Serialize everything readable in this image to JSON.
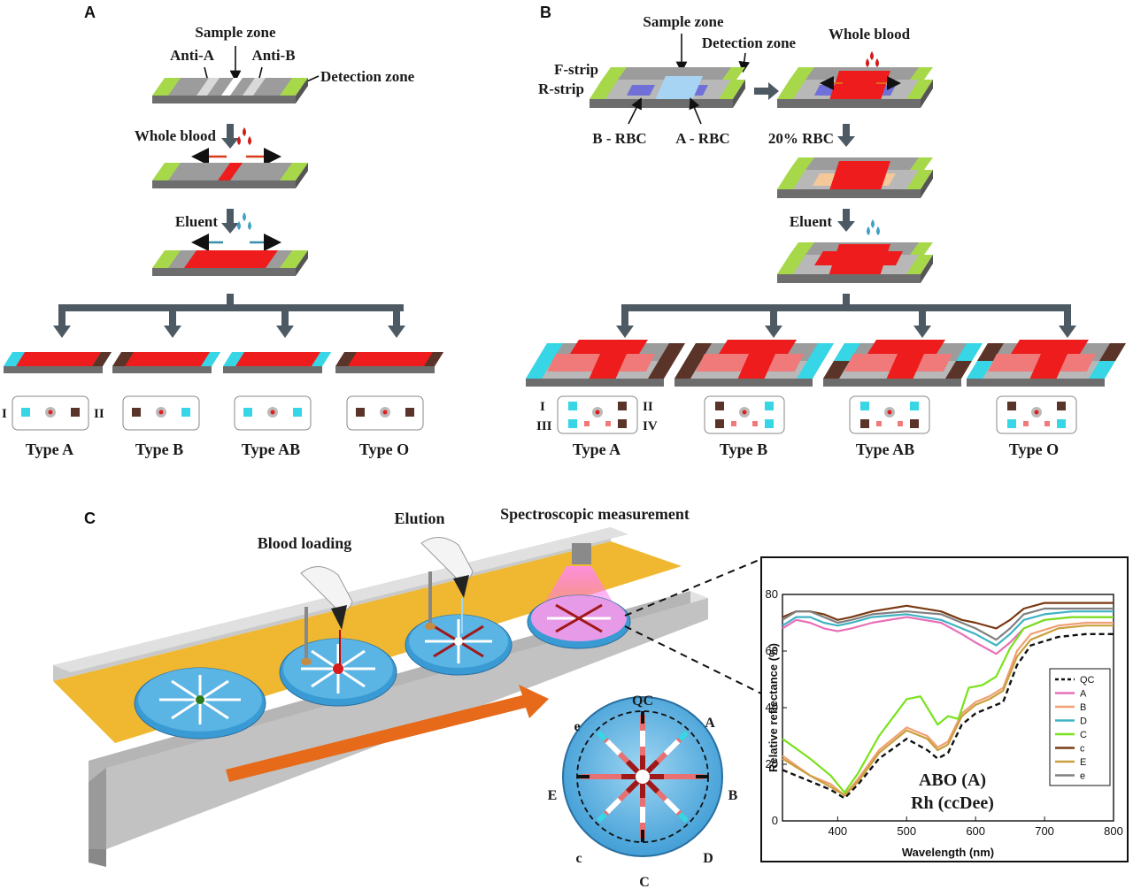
{
  "panel_a": {
    "letter": "A",
    "sample_zone": "Sample zone",
    "anti_a": "Anti-A",
    "anti_b": "Anti-B",
    "detection_zone": "Detection zone",
    "whole_blood": "Whole blood",
    "eluent": "Eluent",
    "roman_left": "I",
    "roman_right": "II",
    "types": [
      "Type A",
      "Type B",
      "Type AB",
      "Type O"
    ]
  },
  "panel_b": {
    "letter": "B",
    "sample_zone": "Sample zone",
    "detection_zone": "Detection zone",
    "whole_blood": "Whole blood",
    "f_strip": "F-strip",
    "r_strip": "R-strip",
    "b_rbc": "B - RBC",
    "a_rbc": "A - RBC",
    "rbc_20": "20% RBC",
    "eluent": "Eluent",
    "roman": [
      "I",
      "II",
      "III",
      "IV"
    ],
    "types": [
      "Type A",
      "Type B",
      "Type AB",
      "Type O"
    ]
  },
  "panel_c": {
    "letter": "C",
    "blood_loading": "Blood loading",
    "elution": "Elution",
    "spectroscopic": "Spectroscopic measurement",
    "disc_labels": {
      "top": "QC",
      "top_right": "A",
      "right": "B",
      "bottom_right": "D",
      "bottom": "C",
      "bottom_left": "c",
      "left": "E",
      "top_left": "e"
    }
  },
  "colors": {
    "green_end": "#a6d84a",
    "gray_strip": "#9a9a9a",
    "red": "#ee1c1c",
    "cyan": "#36d6e6",
    "brown": "#5a3428",
    "arrow_gray": "#4e5a63",
    "track_yellow": "#f2c02c",
    "disc_blue": "#3ea0d8"
  },
  "chart_data": {
    "type": "line",
    "xlabel": "Wavelength (nm)",
    "ylabel": "Relative reflectance (%)",
    "xlim": [
      320,
      800
    ],
    "ylim": [
      0,
      80
    ],
    "xticks": [
      400,
      500,
      600,
      700,
      800
    ],
    "yticks": [
      0,
      20,
      40,
      60,
      80
    ],
    "annotation_line1": "ABO (A)",
    "annotation_line2": "Rh (ccDee)",
    "legend_position": "right",
    "series": [
      {
        "name": "QC",
        "color": "#111111",
        "dashed": true,
        "x": [
          320,
          360,
          390,
          410,
          430,
          460,
          500,
          530,
          545,
          560,
          580,
          600,
          620,
          640,
          660,
          680,
          720,
          760,
          800
        ],
        "y": [
          18,
          14,
          11,
          8,
          13,
          22,
          29,
          25,
          22,
          24,
          34,
          38,
          40,
          42,
          55,
          62,
          65,
          66,
          66
        ]
      },
      {
        "name": "A",
        "color": "#e86fb8",
        "x": [
          320,
          340,
          360,
          380,
          400,
          420,
          450,
          500,
          550,
          580,
          600,
          630,
          650,
          670,
          700,
          740,
          800
        ],
        "y": [
          68,
          71,
          70,
          68,
          67,
          68,
          70,
          72,
          70,
          66,
          63,
          59,
          63,
          68,
          71,
          72,
          72
        ]
      },
      {
        "name": "B",
        "color": "#f0a074",
        "x": [
          320,
          360,
          390,
          410,
          430,
          460,
          500,
          530,
          545,
          560,
          580,
          600,
          620,
          640,
          660,
          680,
          720,
          760,
          800
        ],
        "y": [
          23,
          16,
          13,
          9,
          15,
          25,
          33,
          30,
          26,
          28,
          38,
          42,
          44,
          47,
          60,
          66,
          69,
          70,
          70
        ]
      },
      {
        "name": "D",
        "color": "#3fb3c4",
        "x": [
          320,
          340,
          360,
          380,
          400,
          420,
          450,
          500,
          550,
          580,
          600,
          630,
          650,
          670,
          700,
          740,
          800
        ],
        "y": [
          69,
          72,
          72,
          70,
          69,
          70,
          72,
          73,
          71,
          68,
          66,
          62,
          66,
          71,
          73,
          74,
          74
        ]
      },
      {
        "name": "C",
        "color": "#79e21c",
        "x": [
          320,
          360,
          390,
          410,
          430,
          460,
          500,
          520,
          545,
          560,
          575,
          590,
          610,
          630,
          650,
          670,
          700,
          740,
          800
        ],
        "y": [
          29,
          22,
          16,
          10,
          17,
          30,
          43,
          44,
          34,
          37,
          36,
          47,
          48,
          51,
          61,
          68,
          71,
          72,
          72
        ]
      },
      {
        "name": "c",
        "color": "#7a3a12",
        "x": [
          320,
          340,
          360,
          380,
          400,
          420,
          450,
          500,
          550,
          580,
          600,
          630,
          650,
          670,
          700,
          740,
          800
        ],
        "y": [
          72,
          74,
          74,
          73,
          71,
          72,
          74,
          76,
          74,
          71,
          70,
          68,
          71,
          75,
          77,
          77,
          77
        ]
      },
      {
        "name": "E",
        "color": "#c9a03c",
        "x": [
          320,
          360,
          390,
          410,
          430,
          460,
          500,
          530,
          545,
          560,
          580,
          600,
          620,
          640,
          660,
          680,
          720,
          760,
          800
        ],
        "y": [
          22,
          16,
          12,
          9,
          14,
          24,
          32,
          29,
          25,
          27,
          37,
          41,
          43,
          46,
          58,
          64,
          68,
          69,
          69
        ]
      },
      {
        "name": "e",
        "color": "#808080",
        "x": [
          320,
          340,
          360,
          380,
          400,
          420,
          450,
          500,
          550,
          580,
          600,
          630,
          650,
          670,
          700,
          740,
          800
        ],
        "y": [
          71,
          74,
          74,
          72,
          70,
          71,
          73,
          74,
          73,
          70,
          68,
          64,
          68,
          73,
          75,
          75,
          75
        ]
      }
    ]
  }
}
